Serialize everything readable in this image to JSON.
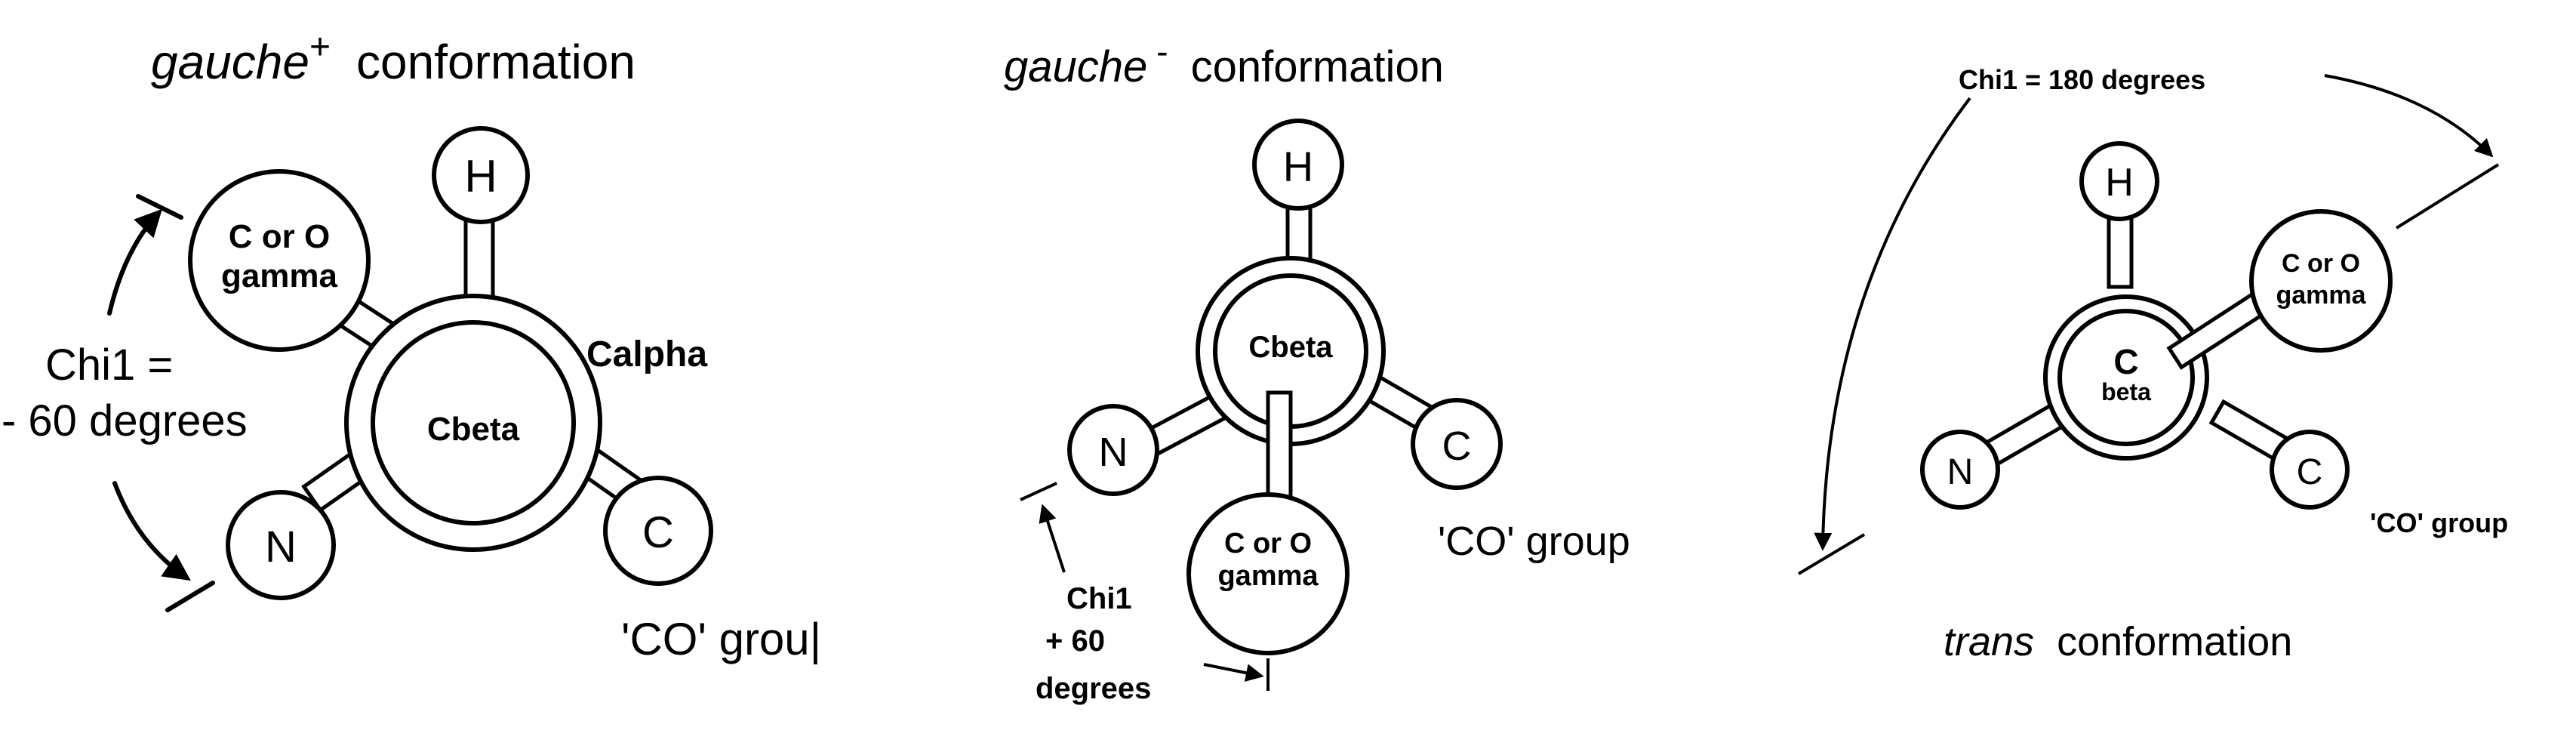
{
  "panels": [
    {
      "title_italic": "gauche",
      "title_sup": "+",
      "title_rest": "conformation",
      "atom_h": "H",
      "atom_gamma_l1": "C or O",
      "atom_gamma_l2": "gamma",
      "atom_center": "Cbeta",
      "label_calpha": "Calpha",
      "atom_n": "N",
      "atom_c": "C",
      "chi_l1": "Chi1 =",
      "chi_l2": "- 60 degrees",
      "co_group": "'CO' grou|"
    },
    {
      "title_italic": "gauche",
      "title_sup": "-",
      "title_rest": "conformation",
      "atom_h": "H",
      "atom_center": "Cbeta",
      "atom_n": "N",
      "atom_c": "C",
      "atom_gamma_l1": "C or O",
      "atom_gamma_l2": "gamma",
      "co_group": "'CO' group",
      "chi_l1": "Chi1",
      "chi_l2": "+ 60",
      "chi_l3": "degrees"
    },
    {
      "chi_label": "Chi1 = 180 degrees",
      "atom_h": "H",
      "atom_gamma_l1": "C or O",
      "atom_gamma_l2": "gamma",
      "atom_center_l1": "C",
      "atom_center_l2": "beta",
      "atom_n": "N",
      "atom_c": "C",
      "co_group": "'CO' group",
      "title_italic": "trans",
      "title_rest": "conformation"
    }
  ]
}
